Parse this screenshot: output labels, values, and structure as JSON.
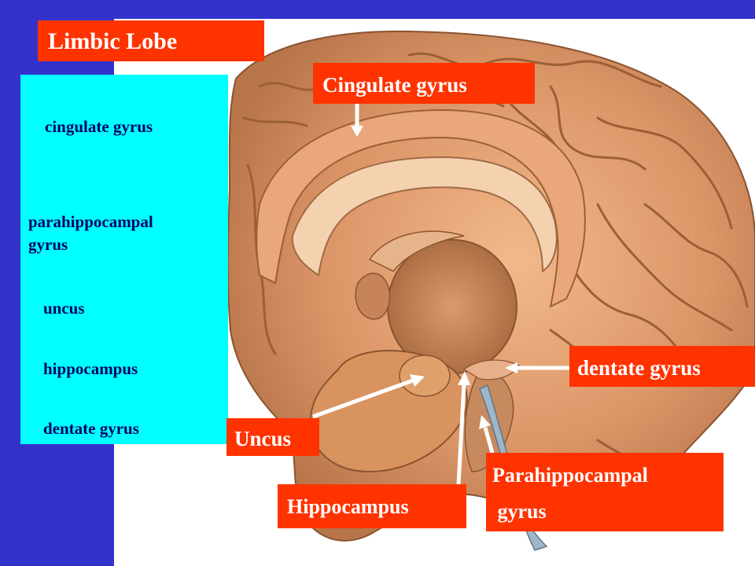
{
  "slide": {
    "title": "Limbic Lobe",
    "list": {
      "cingulate": "cingulate  gyrus",
      "parahippocampal_line1": "parahippocampal",
      "parahippocampal_line2": "gyrus",
      "uncus": "uncus",
      "hippocampus": "hippocampus",
      "dentate": "dentate  gyrus"
    },
    "callouts": {
      "cingulate": "Cingulate gyrus",
      "dentate": "dentate gyrus",
      "uncus": "Uncus",
      "hippocampus": "Hippocampus",
      "parahippocampal_line1": "Parahippocampal",
      "parahippocampal_line2": " gyrus"
    },
    "colors": {
      "background_blue": "#3333cc",
      "panel_cyan": "#00ffff",
      "label_red": "#ff3300",
      "label_text": "#ffffff",
      "panel_text": "#000066"
    },
    "illustration": "brain-midsagittal-illustration"
  }
}
